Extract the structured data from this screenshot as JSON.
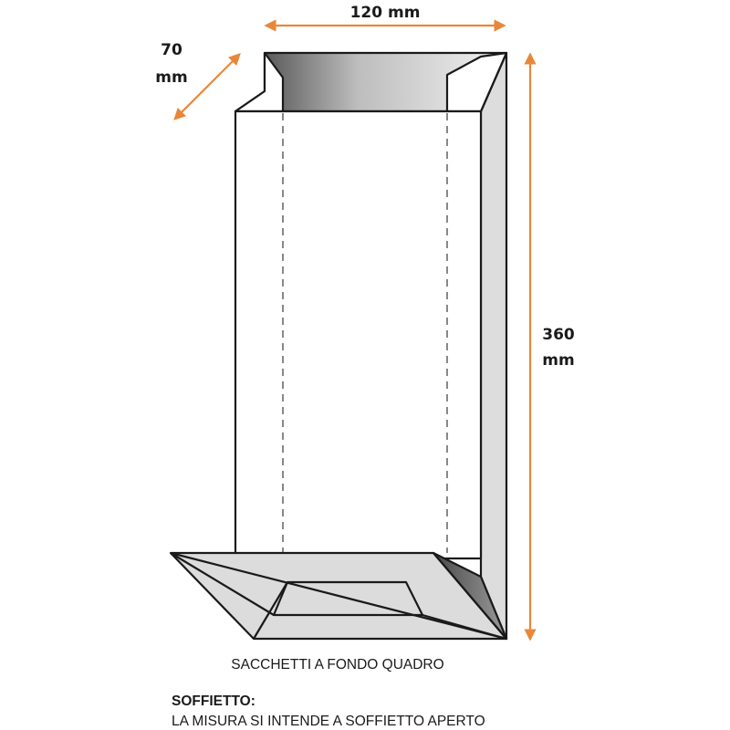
{
  "dimensions": {
    "width_label": "120 mm",
    "depth_label_value": "70",
    "depth_label_unit": "mm",
    "height_label_value": "360",
    "height_label_unit": "mm"
  },
  "captions": {
    "title": "SACCHETTI A FONDO QUADRO",
    "note_heading": "SOFFIETTO:",
    "note_text": "LA MISURA SI INTENDE A SOFFIETTO APERTO"
  },
  "colors": {
    "arrow": "#e8873a",
    "outline": "#1a1a1a",
    "panel_light": "#dddddd",
    "panel_white": "#ffffff"
  }
}
